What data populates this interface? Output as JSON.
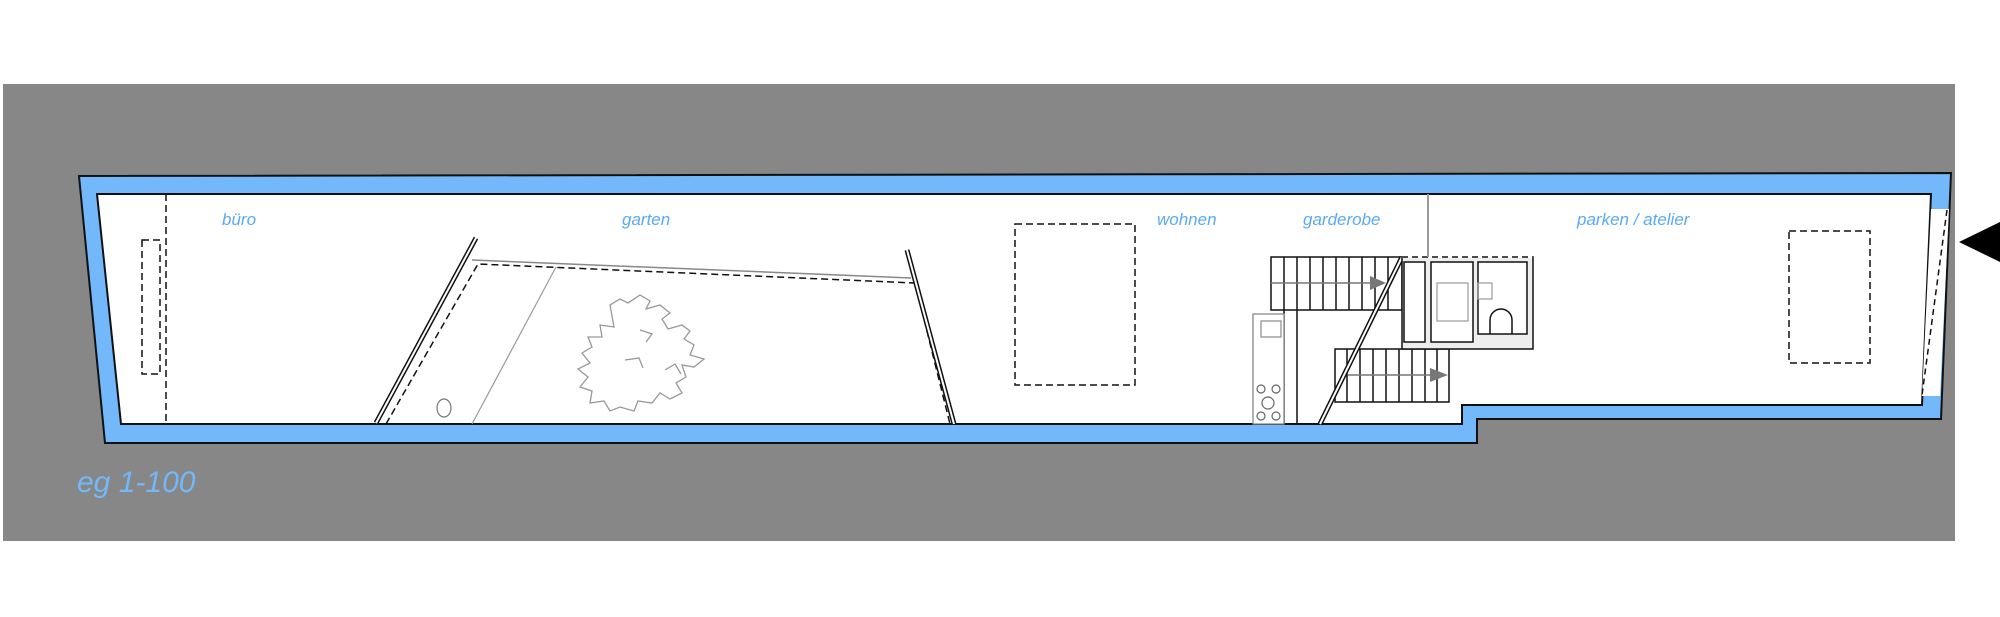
{
  "plan": {
    "scale_label": "eg 1-100",
    "rooms": {
      "buero": "büro",
      "garten": "garten",
      "wohnen": "wohnen",
      "garderobe": "garderobe",
      "parken": "parken / atelier"
    },
    "entrance_icon": "entrance-arrow-icon"
  },
  "colors": {
    "background": "#878787",
    "wall": "#72b8fb",
    "label": "#5aaaf5",
    "floor": "#ffffff"
  }
}
